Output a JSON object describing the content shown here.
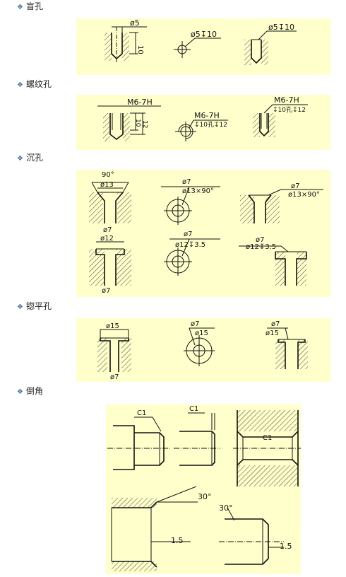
{
  "sections": [
    {
      "bullet": "❖",
      "title": "盲孔"
    },
    {
      "bullet": "❖",
      "title": "螺纹孔"
    },
    {
      "bullet": "❖",
      "title": "沉孔"
    },
    {
      "bullet": "❖",
      "title": "锪平孔"
    },
    {
      "bullet": "❖",
      "title": "倒角"
    }
  ],
  "blind": {
    "d1": "ø5",
    "depth": "10",
    "c1": "ø5↧10",
    "c2": "ø5↧10"
  },
  "thread": {
    "spec": "M6-7H",
    "d1": "10",
    "d2": "12",
    "c1": "M6-7H",
    "c1b": "↧10孔↧12",
    "c2": "M6-7H",
    "c2b": "↧10孔↧12"
  },
  "counter": {
    "angle": "90°",
    "d13": "ø13",
    "d7": "ø7",
    "c1": "ø7",
    "c1b": "ø13×90°",
    "c2": "ø7",
    "c2b": "ø13×90°",
    "d12": "ø12",
    "d7b": "ø7",
    "c3": "ø7",
    "c3b": "ø12↧3.5",
    "c4": "ø7",
    "c4b": "ø12↧3.5"
  },
  "spot": {
    "d15": "ø15",
    "d7": "ø7",
    "c1": "ø7",
    "c1b": "ø15",
    "c2": "ø7",
    "c2b": "ø15"
  },
  "chamfer": {
    "c1": "C1",
    "c2": "C1",
    "c3": "C1",
    "a1": "30°",
    "a2": "30°",
    "l1": "1.5",
    "l2": "1.5"
  }
}
